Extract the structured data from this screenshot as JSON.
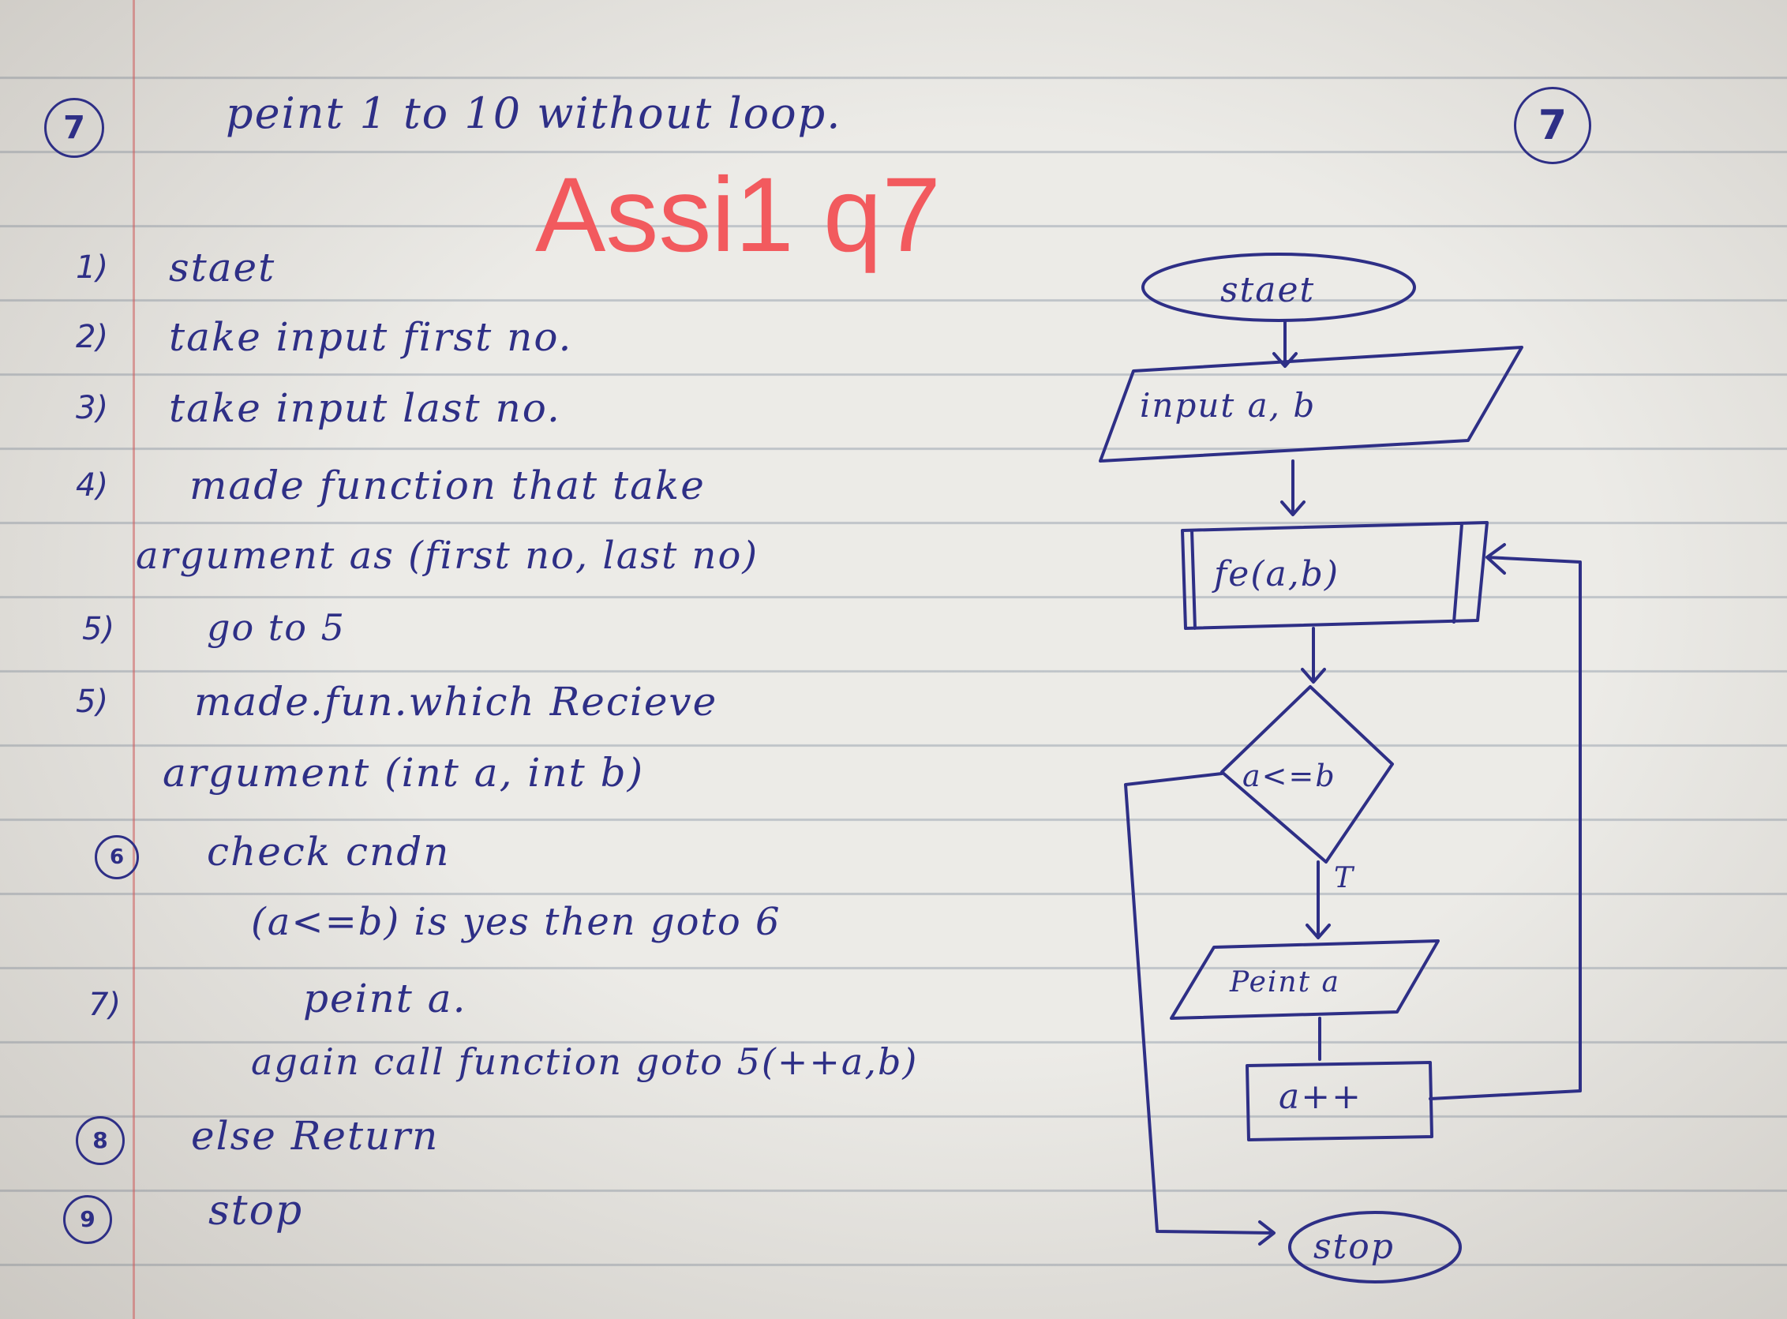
{
  "header": {
    "question_circle": "7",
    "title": "peint 1 to 10 without loop.",
    "page_circle": "7"
  },
  "watermark": "Assi1 q7",
  "algorithm": {
    "steps": [
      {
        "num": "1)",
        "text": "staet"
      },
      {
        "num": "2)",
        "text": "take input first no."
      },
      {
        "num": "3)",
        "text": "take input last no."
      },
      {
        "num": "4)",
        "text": "made function that take"
      },
      {
        "num": "",
        "text": "argument as (first no, last no)"
      },
      {
        "num": "5)",
        "text": "go to 5"
      },
      {
        "num": "5)",
        "text": "made.fun.which Recieve"
      },
      {
        "num": "",
        "text": "argument (int a, int b)"
      },
      {
        "num": "6",
        "text": "check cndn"
      },
      {
        "num": "",
        "text": "(a<=b) is yes then goto 6"
      },
      {
        "num": "7)",
        "text": "peint a."
      },
      {
        "num": "",
        "text": "again call function goto 5(++a,b)"
      },
      {
        "num": "8",
        "text": "else Return"
      },
      {
        "num": "9",
        "text": "stop"
      }
    ]
  },
  "flowchart": {
    "start": "staet",
    "input": "input a, b",
    "function": "fe(a,b)",
    "decision": "a<=b",
    "true_label": "T",
    "print": "Peint a",
    "increment": "a++",
    "stop": "stop"
  }
}
